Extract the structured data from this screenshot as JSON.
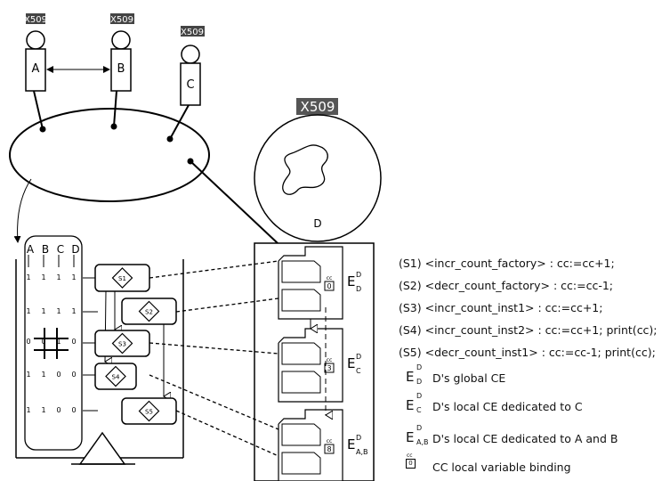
{
  "tags": {
    "x509": "X509"
  },
  "agents": {
    "a": "A",
    "b": "B",
    "c": "C",
    "d": "D"
  },
  "matrix": {
    "headers": [
      "A",
      "B",
      "C",
      "D"
    ],
    "rows": [
      [
        "1",
        "1",
        "1",
        "1"
      ],
      [
        "1",
        "1",
        "1",
        "1"
      ],
      [
        "0",
        "0",
        "1",
        "0"
      ],
      [
        "1",
        "1",
        "0",
        "0"
      ],
      [
        "1",
        "1",
        "0",
        "0"
      ]
    ]
  },
  "statements": [
    {
      "id": "S1",
      "label": "(S1) <incr_count_factory> : cc:=cc+1;"
    },
    {
      "id": "S2",
      "label": "(S2) <decr_count_factory> : cc:=cc-1;"
    },
    {
      "id": "S3",
      "label": "(S3) <incr_count_inst1> : cc:=cc+1;"
    },
    {
      "id": "S4",
      "label": "(S4) <incr_count_inst2> : cc:=cc+1; print(cc);"
    },
    {
      "id": "S5",
      "label": "(S5) <decr_count_inst1> : cc:=cc-1; print(cc);"
    }
  ],
  "environments": [
    {
      "base": "E",
      "sup": "D",
      "sub": "D",
      "cc_label": "cc",
      "cc_value": "0"
    },
    {
      "base": "E",
      "sup": "D",
      "sub": "C",
      "cc_label": "cc",
      "cc_value": "3"
    },
    {
      "base": "E",
      "sup": "D",
      "sub": "A,B",
      "cc_label": "cc",
      "cc_value": "8"
    }
  ],
  "legend": {
    "defs": [
      {
        "base": "E",
        "sup": "D",
        "sub": "D",
        "text": "D's global CE"
      },
      {
        "base": "E",
        "sup": "D",
        "sub": "C",
        "text": "D's local CE dedicated to C"
      },
      {
        "base": "E",
        "sup": "D",
        "sub": "A,B",
        "text": "D's local CE dedicated to A and B"
      }
    ],
    "cc": {
      "label": "cc",
      "value": "0",
      "text": "CC local variable binding"
    }
  }
}
